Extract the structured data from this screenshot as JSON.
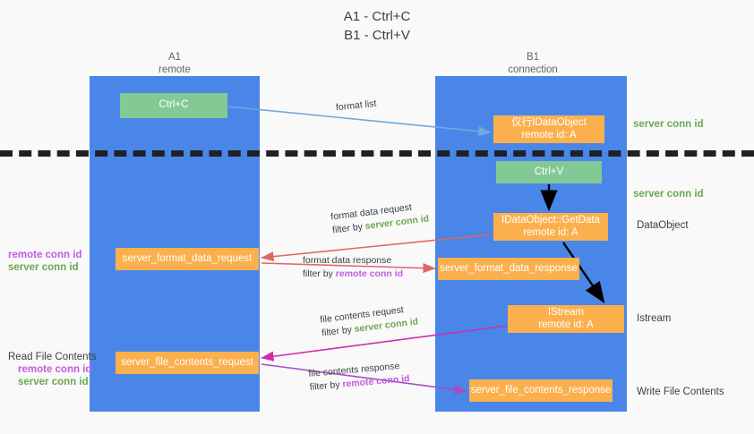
{
  "title": {
    "line1": "A1 - Ctrl+C",
    "line2": "B1 - Ctrl+V"
  },
  "columns": {
    "left": {
      "name": "A1",
      "role": "remote"
    },
    "right": {
      "name": "B1",
      "role": "connection"
    }
  },
  "boxes": {
    "ctrl_c": {
      "label": "Ctrl+C",
      "color": "#83c995"
    },
    "idataobject": {
      "line1": "仅行IDataObject",
      "line2": "remote id: A",
      "color": "#fbb04d"
    },
    "ctrl_v": {
      "label": "Ctrl+V",
      "color": "#83c995"
    },
    "getdata": {
      "line1": "IDataObject::GetData",
      "line2": "remote id: A",
      "color": "#fbb04d"
    },
    "format_data_request": {
      "label": "server_format_data_request",
      "color": "#fbb04d"
    },
    "format_data_response": {
      "label": "server_format_data_response",
      "color": "#fbb04d"
    },
    "istream": {
      "line1": "IStream",
      "line2": "remote id: A",
      "color": "#fbb04d"
    },
    "file_contents_request": {
      "label": "server_file_contents_request",
      "color": "#fbb04d"
    },
    "file_contents_response": {
      "label": "server_file_contents_response",
      "color": "#fbb04d"
    }
  },
  "arrow_labels": {
    "format_list": {
      "text": "format list"
    },
    "format_data_request": {
      "line1": "format data request",
      "prefix": "filter by ",
      "highlight": "server conn id",
      "highlight_color": "#6aa84f"
    },
    "format_data_response": {
      "line1": "format data response",
      "prefix": "filter by ",
      "highlight": "remote conn id",
      "highlight_color": "#c55ae0"
    },
    "file_contents_request": {
      "line1": "file contents request",
      "prefix": "filter by ",
      "highlight": "server conn id",
      "highlight_color": "#6aa84f"
    },
    "file_contents_response": {
      "line1": "file contents response",
      "prefix": "filter by ",
      "highlight": "remote conn id",
      "highlight_color": "#c55ae0"
    }
  },
  "side_labels": {
    "right": [
      {
        "text": "server conn id",
        "color": "#6aa84f"
      },
      {
        "text": "server conn id",
        "color": "#6aa84f"
      },
      {
        "text": "DataObject",
        "color": "#3c4043"
      },
      {
        "text": "Istream",
        "color": "#3c4043"
      },
      {
        "text": "Write File Contents",
        "color": "#3c4043"
      }
    ],
    "left_group_1": {
      "remote": "remote conn id",
      "server": "server conn id"
    },
    "left_group_2": {
      "heading": "Read File Contents",
      "remote": "remote conn id",
      "server": "server conn id"
    }
  },
  "colors": {
    "lane": "#4a86e8",
    "green_box": "#83c995",
    "orange_box": "#fbb04d",
    "divider": "#202124",
    "arrow_blue": "#6fa8dc",
    "arrow_red": "#e06666",
    "arrow_magenta": "#cc2eb0",
    "arrow_purple": "#a64dc4",
    "arrow_black": "#000000",
    "background": "#f9f9f9"
  }
}
